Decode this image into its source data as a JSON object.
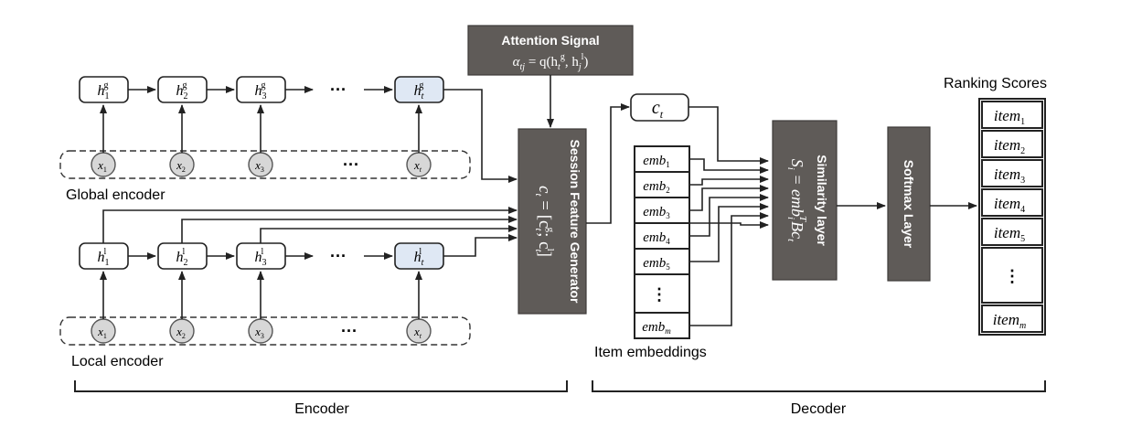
{
  "attention": {
    "title": "Attention Signal",
    "alpha": "α",
    "alpha_sub": "tj",
    "eq": " = q(h",
    "ht_sub": "t",
    "ht_sup": "g",
    "comma": ", h",
    "hj_sub": "j",
    "hj_sup": "l",
    "close": ")"
  },
  "global_encoder": {
    "label": "Global encoder",
    "hidden": [
      {
        "base": "h",
        "sub": "1",
        "sup": "g"
      },
      {
        "base": "h",
        "sub": "2",
        "sup": "g"
      },
      {
        "base": "h",
        "sub": "3",
        "sup": "g"
      },
      {
        "base": "h",
        "sub": "t",
        "sup": "g"
      }
    ],
    "inputs": [
      {
        "base": "x",
        "sub": "1"
      },
      {
        "base": "x",
        "sub": "2"
      },
      {
        "base": "x",
        "sub": "3"
      },
      {
        "base": "x",
        "sub": "t"
      }
    ],
    "ellipsis": "···"
  },
  "local_encoder": {
    "label": "Local encoder",
    "hidden": [
      {
        "base": "h",
        "sub": "1",
        "sup": "l"
      },
      {
        "base": "h",
        "sub": "2",
        "sup": "l"
      },
      {
        "base": "h",
        "sub": "3",
        "sup": "l"
      },
      {
        "base": "h",
        "sub": "t",
        "sup": "l"
      }
    ],
    "inputs": [
      {
        "base": "x",
        "sub": "1"
      },
      {
        "base": "x",
        "sub": "2"
      },
      {
        "base": "x",
        "sub": "3"
      },
      {
        "base": "x",
        "sub": "t"
      }
    ],
    "ellipsis": "···"
  },
  "session_generator": {
    "title": "Session Feature Generator",
    "c": "c",
    "c_sub": "t",
    "eq": " = [c",
    "cg_sub": "t",
    "cg_sup": "g",
    "semi": "; c",
    "cl_sub": "t",
    "cl_sup": "l",
    "close": "]"
  },
  "context": {
    "base": "c",
    "sub": "t"
  },
  "item_embeddings": {
    "label": "Item embeddings",
    "items": [
      {
        "base": "emb",
        "sub": "1"
      },
      {
        "base": "emb",
        "sub": "2"
      },
      {
        "base": "emb",
        "sub": "3"
      },
      {
        "base": "emb",
        "sub": "4"
      },
      {
        "base": "emb",
        "sub": "5"
      },
      {
        "base": "⋮",
        "sub": ""
      },
      {
        "base": "emb",
        "sub": "m"
      }
    ]
  },
  "similarity_layer": {
    "title": "Similarity layer",
    "s": "S",
    "s_sub": "i",
    "eq": " = emb",
    "emb_sub": "i",
    "emb_sup": "T",
    "tail": "Bc",
    "tail_sub": "t"
  },
  "softmax": {
    "title": "Softmax Layer"
  },
  "ranking": {
    "title": "Ranking Scores",
    "items": [
      {
        "base": "item",
        "sub": "1"
      },
      {
        "base": "item",
        "sub": "2"
      },
      {
        "base": "item",
        "sub": "3"
      },
      {
        "base": "item",
        "sub": "4"
      },
      {
        "base": "item",
        "sub": "5"
      },
      {
        "base": "⋮",
        "sub": ""
      },
      {
        "base": "item",
        "sub": "m"
      }
    ]
  },
  "sections": {
    "encoder": "Encoder",
    "decoder": "Decoder"
  },
  "colors": {
    "dark_box": "#5f5b58",
    "last_hidden": "#dfe8f4",
    "input_node": "#d7d7d7"
  }
}
